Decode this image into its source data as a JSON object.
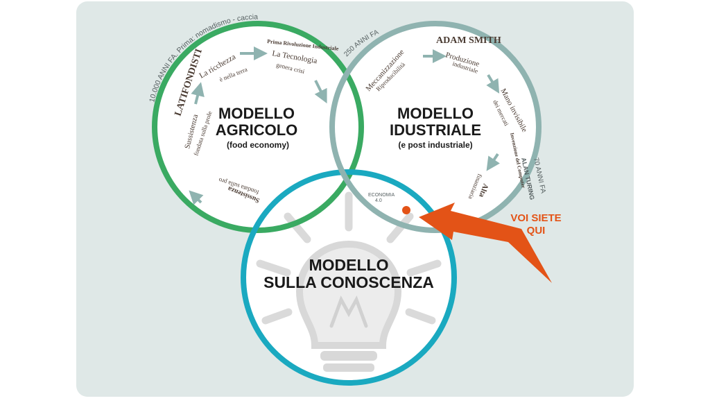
{
  "colors": {
    "background": "#dfe8e7",
    "agricolo_ring": "#3aaa62",
    "industriale_ring": "#8fb3b0",
    "conoscenza_ring": "#1aa9c0",
    "cycle_arrow": "#8fb3b0",
    "accent": "#e35317",
    "bulb": "#d9d9d9"
  },
  "agricolo": {
    "title_1": "MODELLO",
    "title_2": "AGRICOLO",
    "subtitle": "(food economy)",
    "outer_label": "10.000 ANNI FA. Prima: nomadismo - caccia",
    "latifondisti": "LATIFONDISTI",
    "sussistenza_1": "Sussistenza",
    "fondata_1": "fondata sulla prole",
    "ricchezza_1": "La ricchezza",
    "ricchezza_2": "è nella terra",
    "prima_rivoluzione": "Prima Rivoluzione Industriale",
    "tecnologia_1": "La Tecnologia",
    "tecnologia_2": "genera crisi",
    "sussistenza_bottom": "Sussistenza",
    "fondata_bottom": "fondata sulla pro"
  },
  "industriale": {
    "title_1": "MODELLO",
    "title_2": "IDUSTRIALE",
    "subtitle": "(e post industriale)",
    "outer_label_top": "250 ANNI FA",
    "outer_label_right": "70 ANNI FA",
    "alan_turing": "ALAN TURING",
    "adam_smith": "ADAM SMITH",
    "meccanizzazione": "Meccanizzazione",
    "riproducibilita": "Riproducibilità",
    "produzione_1": "Produzione",
    "produzione_2": "industriale",
    "mano_1": "Mano invisibile",
    "mano_2": "dei mercati",
    "invenzione": "Invenzione del Computer",
    "alta_1": "Alta",
    "alta_2": "finanziaria",
    "economia_1": "ECONOMIA",
    "economia_2": "4.0"
  },
  "conoscenza": {
    "title_1": "MODELLO",
    "title_2": "SULLA CONOSCENZA",
    "icon": "lightbulb-icon"
  },
  "marker": {
    "label_1": "VOI SIETE",
    "label_2": "QUI"
  }
}
